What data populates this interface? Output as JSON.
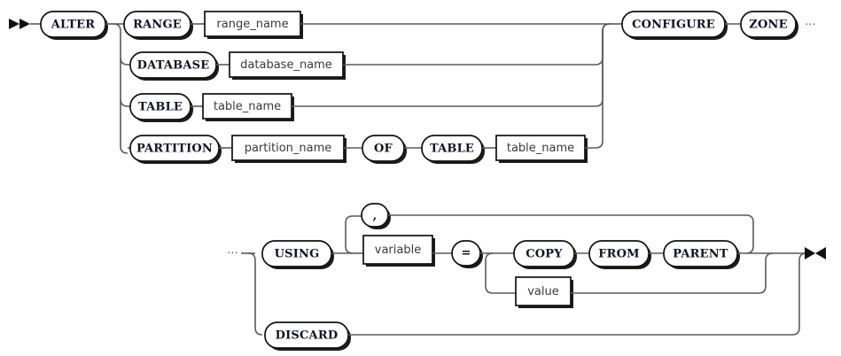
{
  "diagram": {
    "kind": "railroad-syntax-diagram",
    "statement": "ALTER ... CONFIGURE ZONE ...",
    "colors": {
      "rail": "#5a5a5a",
      "node_border": "#111111",
      "node_fill": "#ffffff",
      "shadow": "#1c1c1c",
      "terminal_text": "#111126",
      "nonterminal_text": "#3a3a3a",
      "background": "#ffffff"
    },
    "continuation_marker": "⋯",
    "start_marker": "▸▸",
    "end_marker": "▶◀",
    "rows": {
      "top": [
        {
          "id": "range",
          "terminal": "RANGE",
          "nonterminal": "range_name"
        },
        {
          "id": "database",
          "terminal": "DATABASE",
          "nonterminal": "database_name"
        },
        {
          "id": "table",
          "terminal": "TABLE",
          "nonterminal": "table_name"
        },
        {
          "id": "partition",
          "terminal": "PARTITION",
          "nonterminal": "partition_name"
        }
      ],
      "bottom": [
        {
          "id": "using",
          "terminal": "USING"
        },
        {
          "id": "discard",
          "terminal": "DISCARD"
        }
      ]
    },
    "nodes": {
      "alter": "ALTER",
      "range": "RANGE",
      "range_name": "range_name",
      "database": "DATABASE",
      "database_name": "database_name",
      "table": "TABLE",
      "table_name": "table_name",
      "partition": "PARTITION",
      "partition_name": "partition_name",
      "of": "OF",
      "table2": "TABLE",
      "table_name2": "table_name",
      "configure": "CONFIGURE",
      "zone": "ZONE",
      "using": "USING",
      "comma": ",",
      "variable": "variable",
      "equals": "=",
      "copy": "COPY",
      "from": "FROM",
      "parent": "PARENT",
      "value": "value",
      "discard": "DISCARD"
    }
  }
}
